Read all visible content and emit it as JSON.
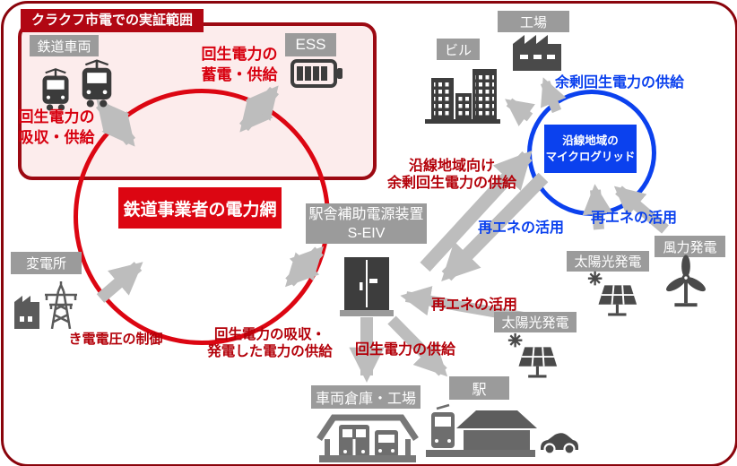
{
  "demo_box": {
    "title": "クラクフ市電での実証範囲"
  },
  "nodes": {
    "rail_vehicles": {
      "label": "鉄道車両"
    },
    "ess": {
      "label": "ESS"
    },
    "rail_network": {
      "label": "鉄道事業者の電力網"
    },
    "substation": {
      "label": "変電所"
    },
    "seiv": {
      "line1": "駅舎補助電源装置",
      "line2": "S-EIV"
    },
    "microgrid": {
      "line1": "沿線地域の",
      "line2": "マイクログリッド"
    },
    "building": {
      "label": "ビル"
    },
    "factory": {
      "label": "工場"
    },
    "solar_upper": {
      "label": "太陽光発電"
    },
    "solar_lower": {
      "label": "太陽光発電"
    },
    "wind": {
      "label": "風力発電"
    },
    "depot": {
      "label": "車両倉庫・工場"
    },
    "station": {
      "label": "駅"
    }
  },
  "annotations": {
    "regen_absorb_supply": {
      "line1": "回生電力の",
      "line2": "吸収・供給"
    },
    "regen_store_supply": {
      "line1": "回生電力の",
      "line2": "蓄電・供給"
    },
    "feeder_voltage_control": "き電電圧の制御",
    "regen_absorb_gen_supply": {
      "line1": "回生電力の吸収・",
      "line2": "発電した電力の供給"
    },
    "regen_power_supply": "回生電力の供給",
    "renewable_use_at_seiv": "再エネの活用",
    "surplus_regen_to_region": {
      "line1": "沿線地域向け",
      "line2": "余剰回生電力の供給"
    },
    "renewable_use_center": "再エネの活用",
    "renewable_use_right": "再エネの活用",
    "surplus_regen_supply": "余剰回生電力の供給"
  },
  "colors": {
    "dark_red": "#9c0912",
    "bright_red": "#dc0612",
    "pink_fill": "#fcecec",
    "red_text": "#b30009",
    "red_text_bright": "#d7000f",
    "blue": "#0b41ee",
    "gray_label_bg": "#9b9b9b",
    "icon_gray": "#3d3d3d",
    "arrow_gray": "#bdbdbd"
  },
  "icons": [
    "tram-icon",
    "battery-icon",
    "substation-icon",
    "power-cabinet-icon",
    "building-icon",
    "factory-icon",
    "solar-panel-icon",
    "wind-turbine-icon",
    "depot-icon",
    "station-icon"
  ]
}
